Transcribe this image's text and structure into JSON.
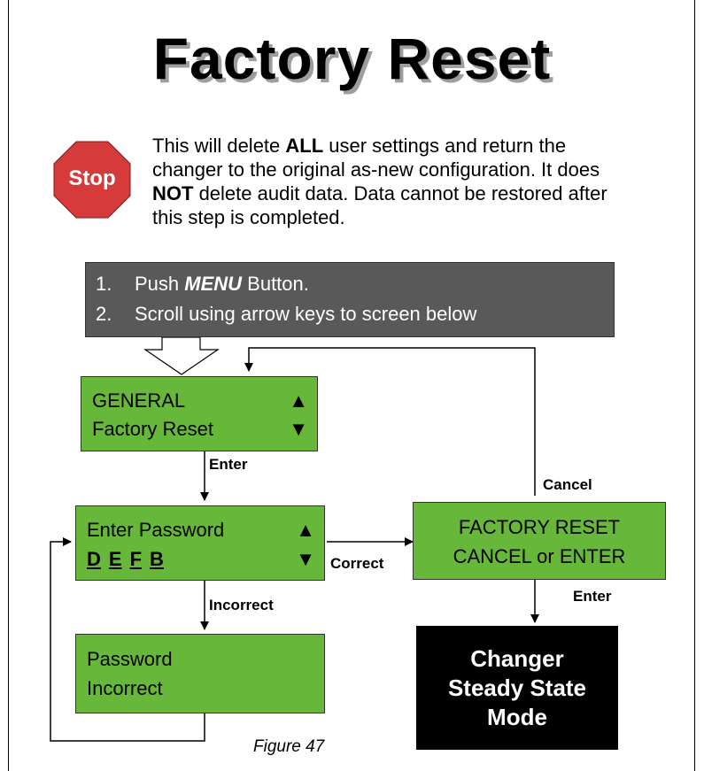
{
  "title": "Factory Reset",
  "stop_sign": {
    "label": "Stop",
    "color": "#d63b3b"
  },
  "warning": {
    "line1_pre": "This will delete ",
    "line1_bold": "ALL",
    "line1_post": " user settings and return the",
    "line2": "changer to the original as-new configuration. It does",
    "line3_bold": "NOT",
    "line3_post": " delete audit data. Data cannot be restored after",
    "line4": "this step is completed."
  },
  "instructions": {
    "step1_num": "1.",
    "step1_pre": "Push ",
    "step1_bold": "MENU",
    "step1_post": " Button.",
    "step2_num": "2.",
    "step2_text": "Scroll using arrow keys to screen below"
  },
  "general_screen": {
    "line1": "GENERAL",
    "line2": "Factory Reset",
    "up": "▲",
    "down": "▼"
  },
  "password_screen": {
    "line1": "Enter Password",
    "chars": [
      "D",
      "E",
      "F",
      "B"
    ],
    "up": "▲",
    "down": "▼"
  },
  "incorrect_screen": {
    "line1": "Password",
    "line2": "Incorrect"
  },
  "factory_screen": {
    "line1": "FACTORY RESET",
    "line2": "CANCEL or ENTER"
  },
  "result_box": {
    "line1": "Changer",
    "line2": "Steady State",
    "line3": "Mode"
  },
  "flow_labels": {
    "enter1": "Enter",
    "incorrect": "Incorrect",
    "correct": "Correct",
    "cancel": "Cancel",
    "enter2": "Enter"
  },
  "caption": "Figure 47",
  "colors": {
    "lcd_green": "#67b83a",
    "instruction_gray": "#595959",
    "result_black": "#000000"
  }
}
